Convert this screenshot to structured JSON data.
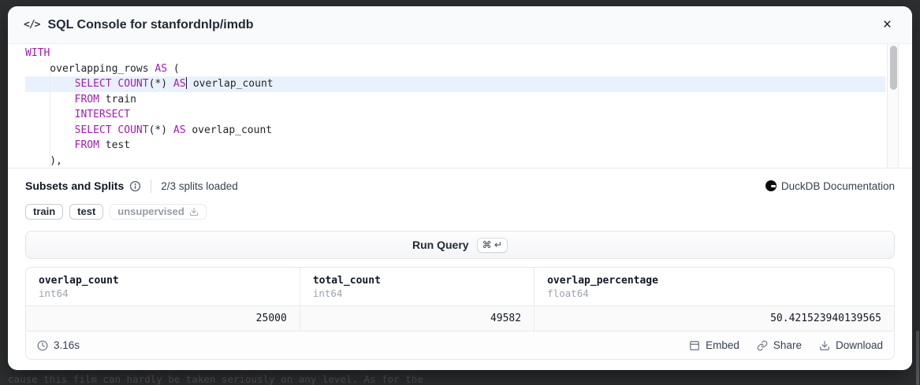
{
  "backdrop": {
    "dimmed_text": "cause this film can hardly be taken seriously on any level. As for the"
  },
  "header": {
    "code_icon": "</>",
    "title": "SQL Console for stanfordnlp/imdb",
    "close_icon": "×"
  },
  "editor": {
    "active_line": 2,
    "lines": [
      [
        {
          "t": "WITH",
          "c": "kw"
        }
      ],
      [
        {
          "t": "    overlapping_rows ",
          "c": "plain"
        },
        {
          "t": "AS",
          "c": "kw"
        },
        {
          "t": " (",
          "c": "plain"
        }
      ],
      [
        {
          "t": "        ",
          "c": "plain"
        },
        {
          "t": "SELECT",
          "c": "kw"
        },
        {
          "t": " ",
          "c": "plain"
        },
        {
          "t": "COUNT",
          "c": "kw"
        },
        {
          "t": "(*) ",
          "c": "plain"
        },
        {
          "t": "AS",
          "c": "kw"
        },
        {
          "t": "",
          "c": "cursor"
        },
        {
          "t": " overlap_count",
          "c": "plain"
        }
      ],
      [
        {
          "t": "        ",
          "c": "plain"
        },
        {
          "t": "FROM",
          "c": "kw"
        },
        {
          "t": " train",
          "c": "plain"
        }
      ],
      [
        {
          "t": "        ",
          "c": "plain"
        },
        {
          "t": "INTERSECT",
          "c": "kw"
        }
      ],
      [
        {
          "t": "        ",
          "c": "plain"
        },
        {
          "t": "SELECT",
          "c": "kw"
        },
        {
          "t": " ",
          "c": "plain"
        },
        {
          "t": "COUNT",
          "c": "kw"
        },
        {
          "t": "(*) ",
          "c": "plain"
        },
        {
          "t": "AS",
          "c": "kw"
        },
        {
          "t": " overlap_count",
          "c": "plain"
        }
      ],
      [
        {
          "t": "        ",
          "c": "plain"
        },
        {
          "t": "FROM",
          "c": "kw"
        },
        {
          "t": " test",
          "c": "plain"
        }
      ],
      [
        {
          "t": "    ),",
          "c": "plain"
        }
      ]
    ]
  },
  "meta": {
    "section_title": "Subsets and Splits",
    "splits_loaded": "2/3 splits loaded",
    "doc_link": "DuckDB Documentation"
  },
  "splits": {
    "train": "train",
    "test": "test",
    "unsupervised": "unsupervised"
  },
  "run_bar": {
    "label": "Run Query",
    "kbd": "⌘ ↵"
  },
  "results": {
    "columns": [
      {
        "name": "overlap_count",
        "type": "int64"
      },
      {
        "name": "total_count",
        "type": "int64"
      },
      {
        "name": "overlap_percentage",
        "type": "float64"
      }
    ],
    "row": [
      "25000",
      "49582",
      "50.421523940139565"
    ],
    "elapsed": "3.16s"
  },
  "footer_actions": {
    "embed": "Embed",
    "share": "Share",
    "download": "Download"
  }
}
